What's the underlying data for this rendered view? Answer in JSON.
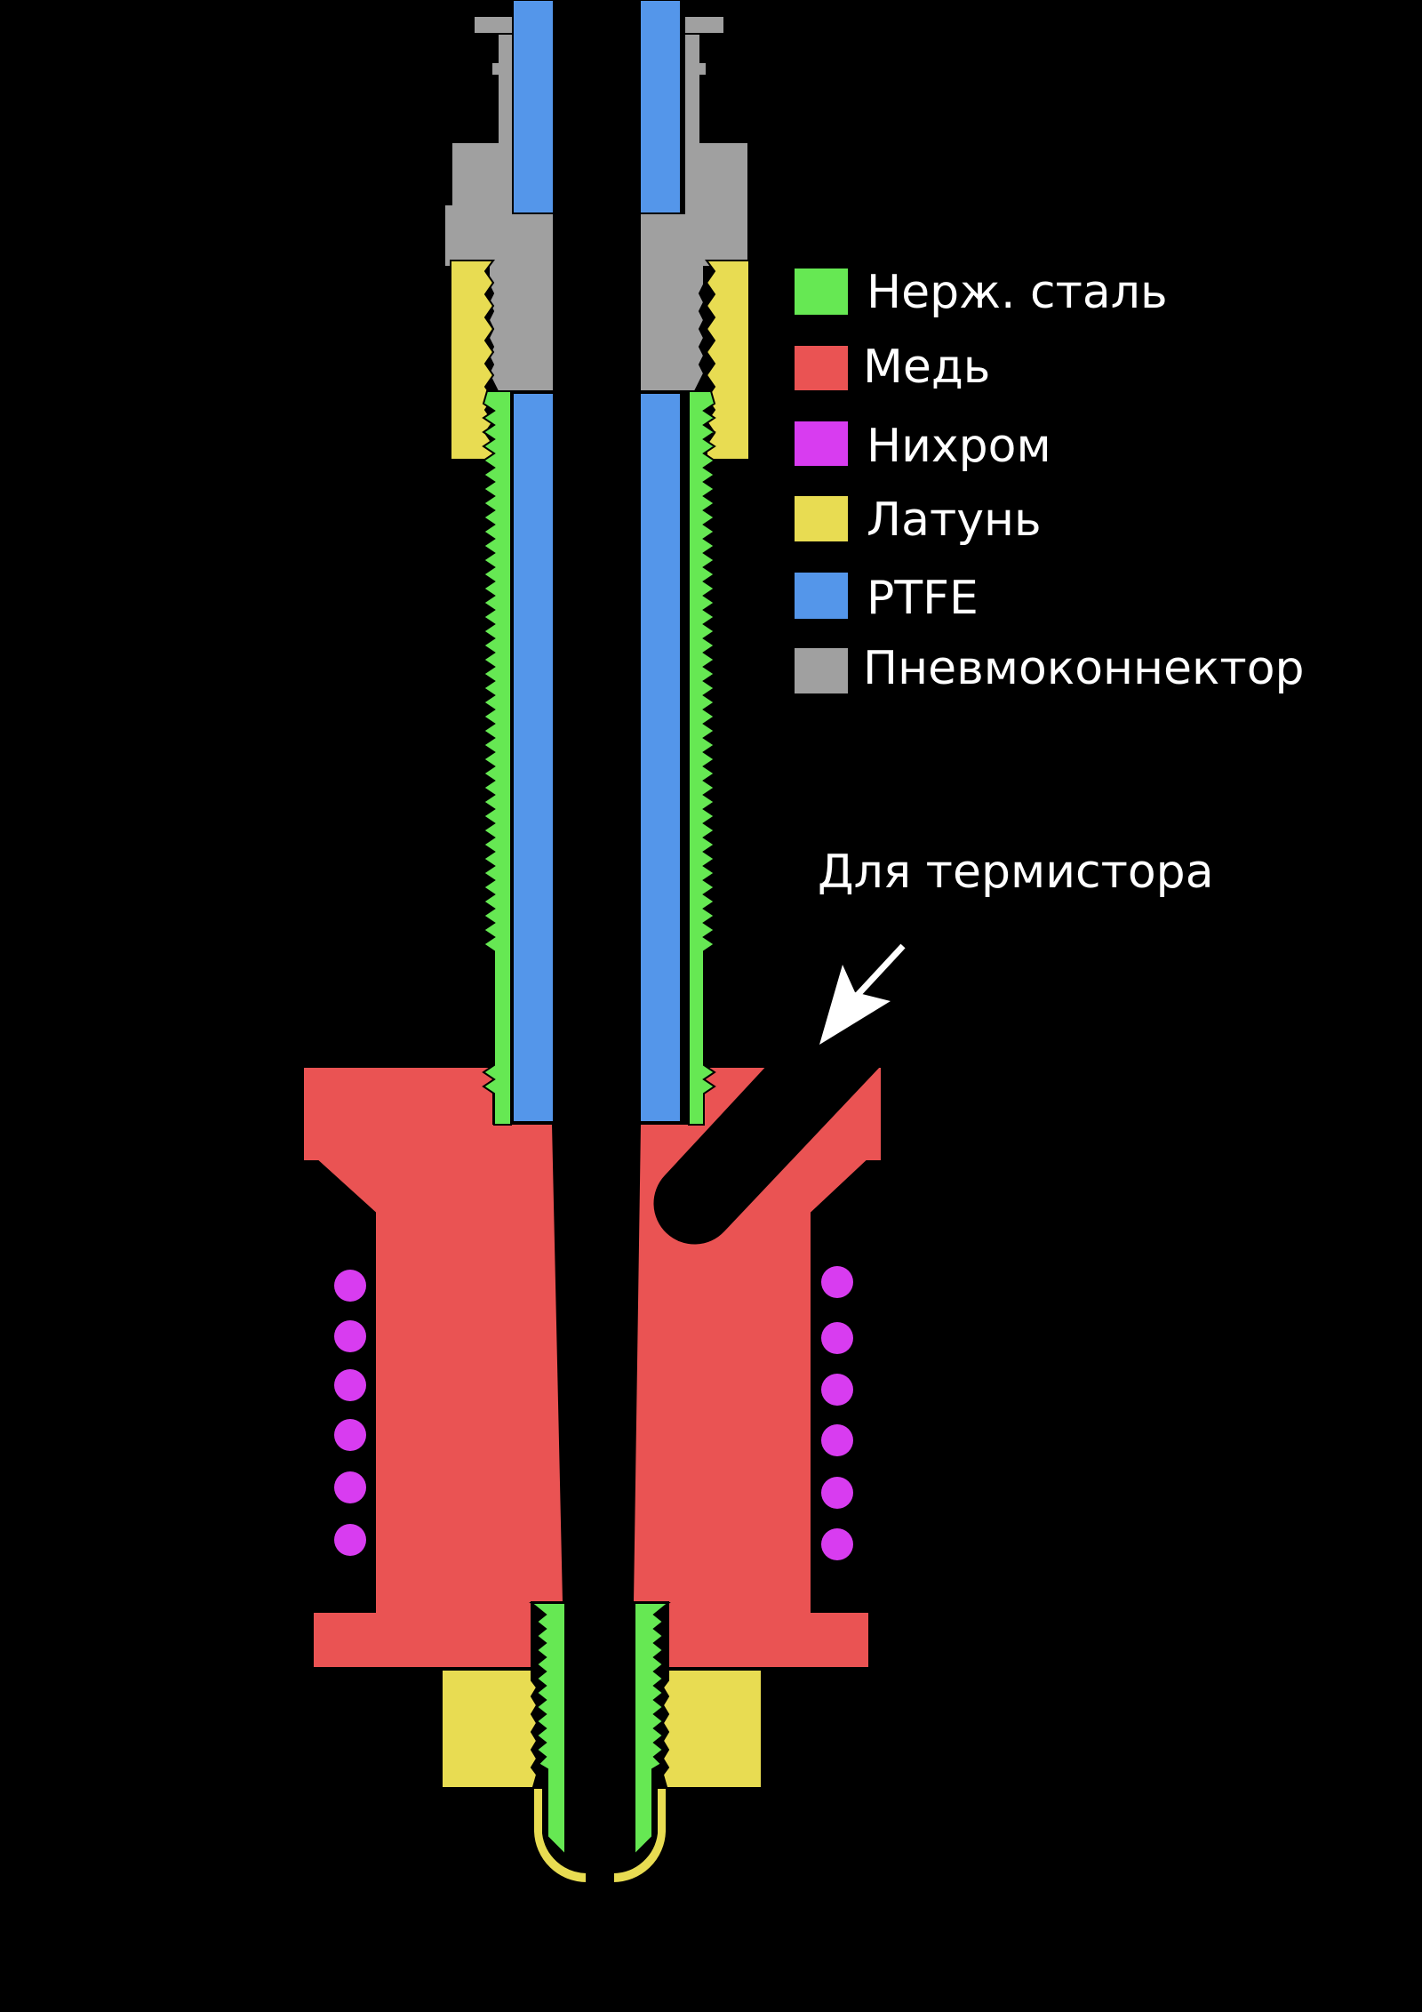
{
  "materials": {
    "steel": {
      "label": "Нерж. сталь",
      "color": "#66e853"
    },
    "copper": {
      "label": "Медь",
      "color": "#ea5353"
    },
    "nichrome": {
      "label": "Нихром",
      "color": "#d83cf0"
    },
    "brass": {
      "label": "Латунь",
      "color": "#e8dc52"
    },
    "ptfe": {
      "label": "PTFE",
      "color": "#5496ea"
    },
    "connector": {
      "label": "Пневмоконнектор",
      "color": "#a0a0a0"
    }
  },
  "callout": {
    "label": "Для термистора",
    "icon": "arrow-icon"
  },
  "background": "#000000"
}
